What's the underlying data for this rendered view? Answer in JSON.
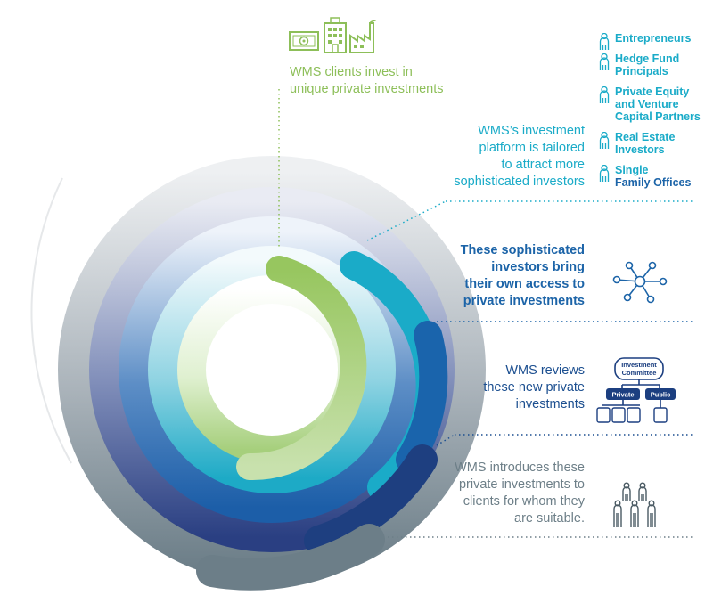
{
  "steps": {
    "clients_invest": [
      "WMS clients invest in",
      "unique private investments"
    ],
    "platform": [
      "WMS’s investment",
      "platform is tailored",
      "to attract more",
      "sophisticated investors"
    ],
    "access": [
      "These sophisticated",
      "investors bring",
      "their own access to",
      "private investments"
    ],
    "reviews": [
      "WMS reviews",
      "these new private",
      "investments"
    ],
    "introduces": [
      "WMS introduces these",
      "private investments to",
      "clients for whom they",
      "are suitable."
    ]
  },
  "investor_types": [
    {
      "label": "Entrepreneurs"
    },
    {
      "label": "Hedge Fund\nPrincipals"
    },
    {
      "label": "Private Equity\nand Venture\nCapital Partners"
    },
    {
      "label": "Real Estate\nInvestors"
    },
    {
      "label": "Single",
      "label2": "Family Offices"
    }
  ],
  "committee": {
    "title": "Investment\nCommittee",
    "left": "Private",
    "right": "Public"
  },
  "colors": {
    "green": "#8dbf59",
    "teal": "#1aabc8",
    "blue": "#1c64a8",
    "navy": "#1c3f80",
    "gray": "#6d7f88"
  },
  "icons": [
    "money-icon",
    "building-icon",
    "factory-icon",
    "person-icon",
    "network-icon",
    "org-chart-icon",
    "people-group-icon"
  ]
}
